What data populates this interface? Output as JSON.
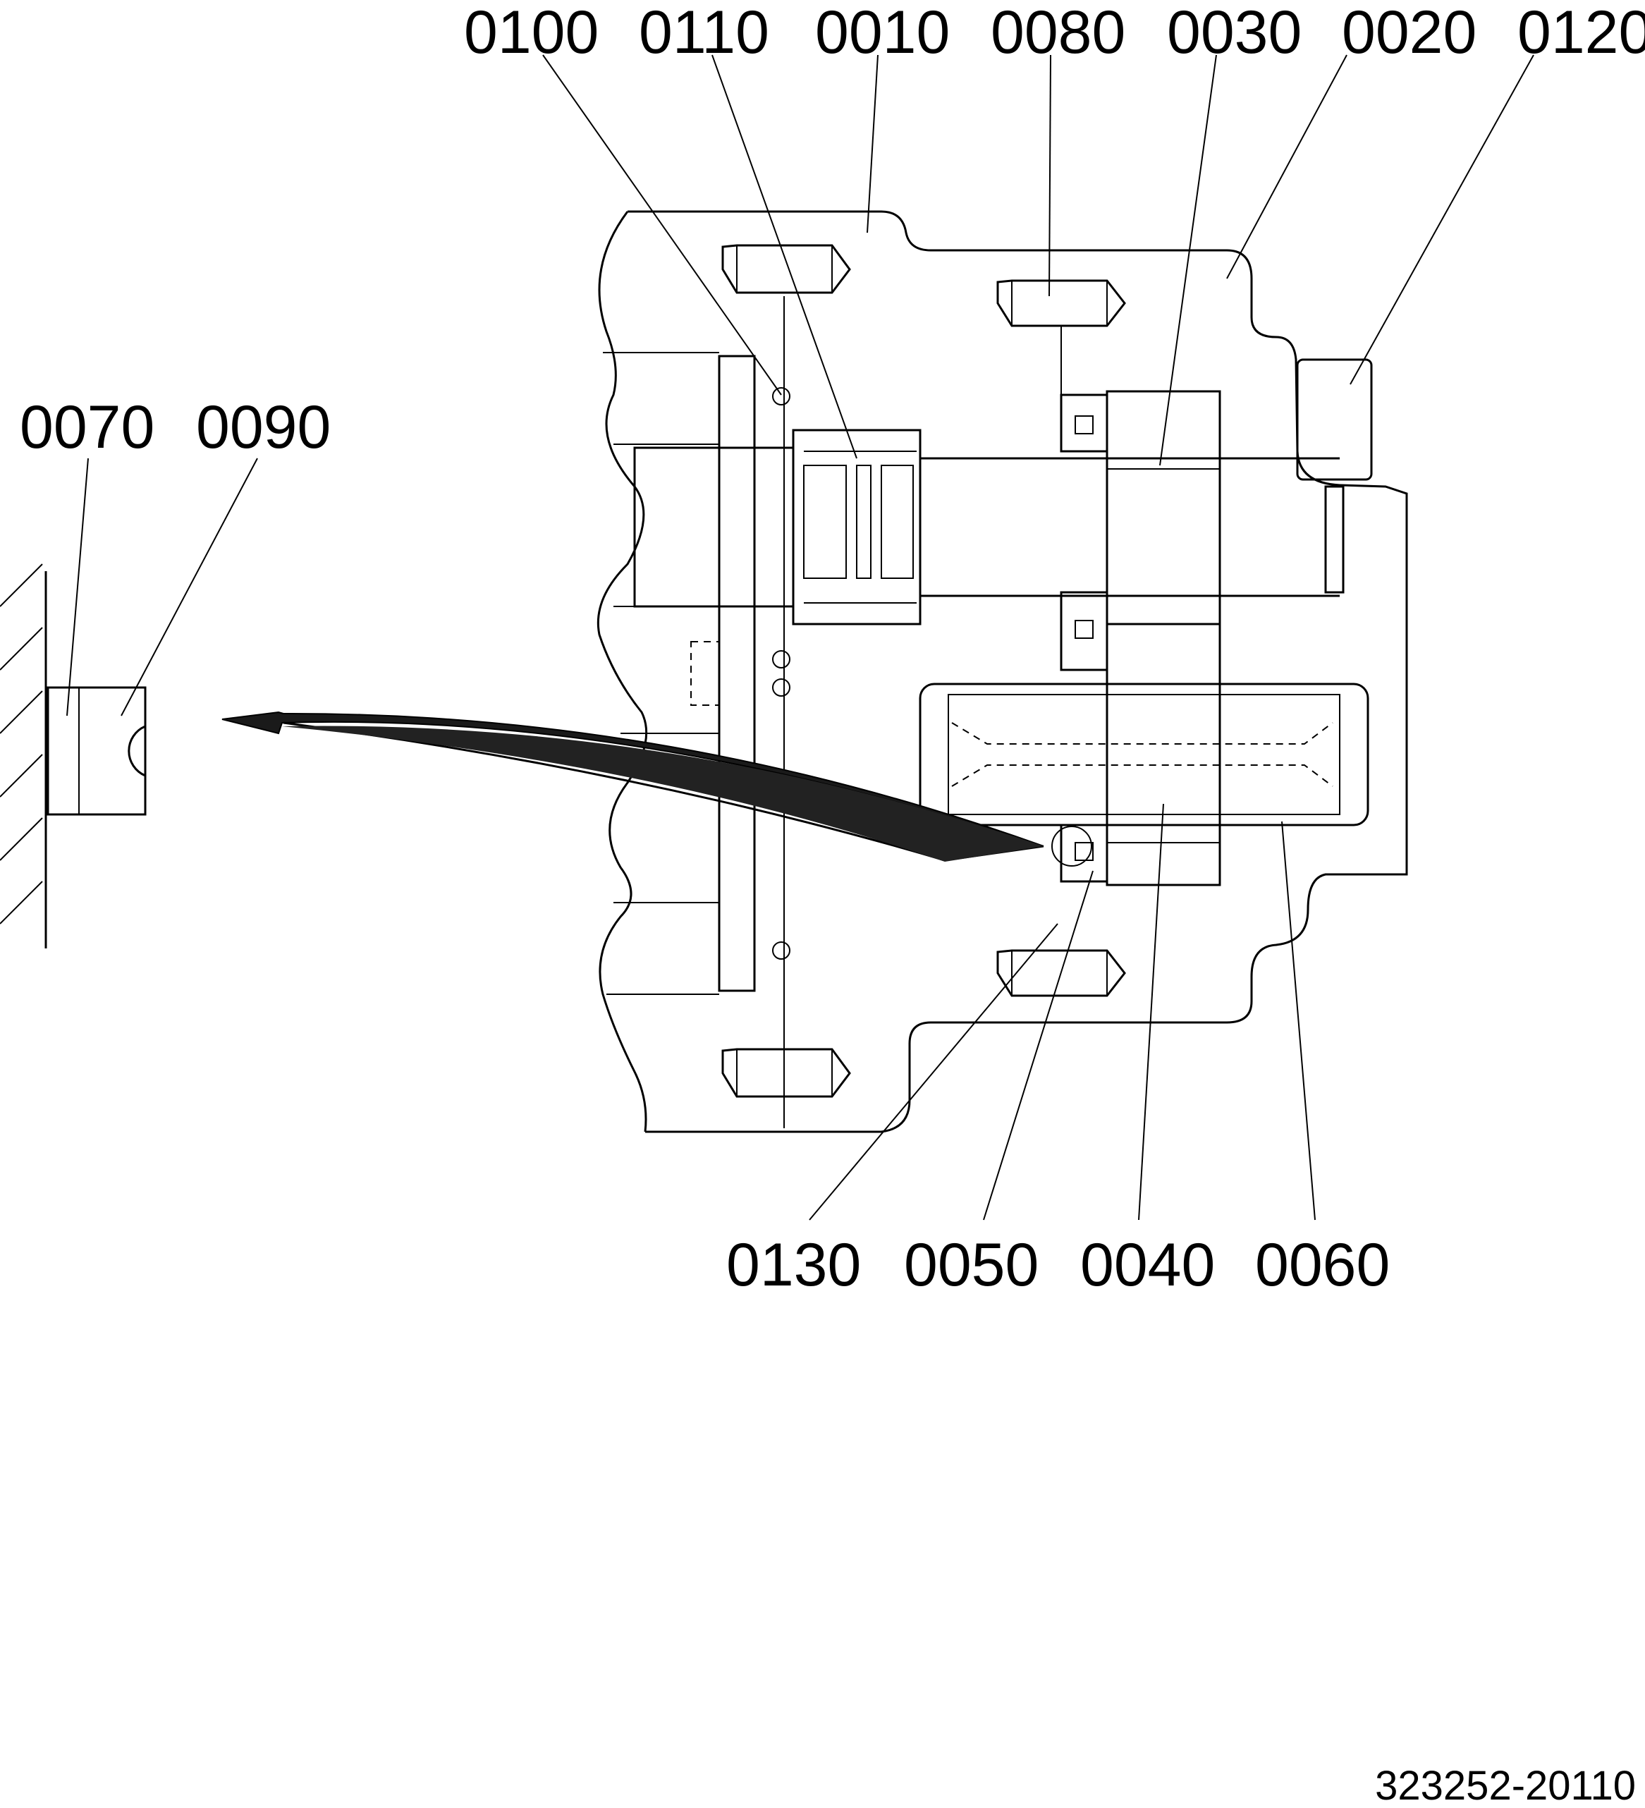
{
  "diagram": {
    "callouts_top": [
      "0100",
      "0110",
      "0010",
      "0080",
      "0030",
      "0020",
      "0120"
    ],
    "callouts_left": [
      "0070",
      "0090"
    ],
    "callouts_bottom": [
      "0130",
      "0050",
      "0040",
      "0060"
    ],
    "document_number": "323252-20110"
  }
}
